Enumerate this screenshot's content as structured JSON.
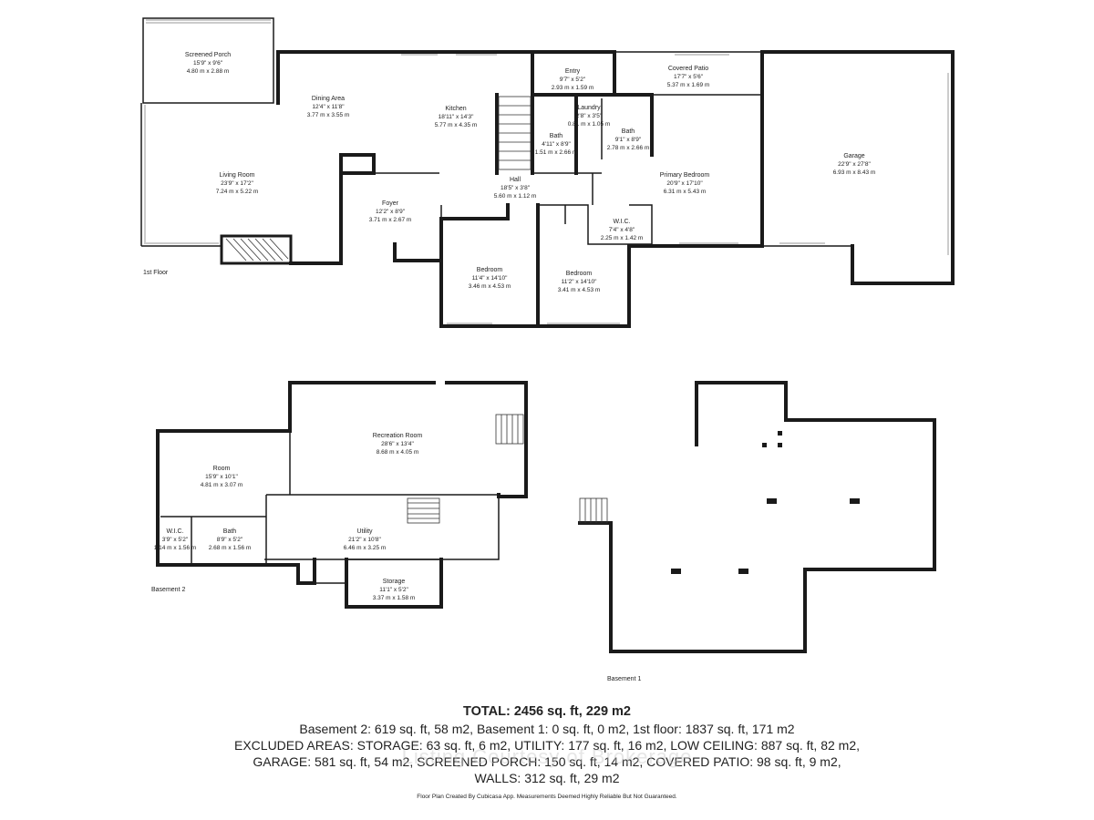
{
  "floors": {
    "first": {
      "label": "1st Floor",
      "rooms": [
        {
          "id": "screened-porch",
          "name": "Screened Porch",
          "imperial": "15'9\" x 9'6\"",
          "metric": "4.80 m x 2.88 m"
        },
        {
          "id": "dining-area",
          "name": "Dining Area",
          "imperial": "12'4\" x 11'8\"",
          "metric": "3.77 m x 3.55 m"
        },
        {
          "id": "kitchen",
          "name": "Kitchen",
          "imperial": "18'11\" x 14'3\"",
          "metric": "5.77 m x 4.35 m"
        },
        {
          "id": "entry",
          "name": "Entry",
          "imperial": "9'7\" x 5'2\"",
          "metric": "2.93 m x 1.59 m"
        },
        {
          "id": "covered-patio",
          "name": "Covered Patio",
          "imperial": "17'7\" x 5'6\"",
          "metric": "5.37 m x 1.69 m"
        },
        {
          "id": "laundry",
          "name": "Laundry",
          "imperial": "2'8\" x 3'5\"",
          "metric": "0.81 m x 1.05 m"
        },
        {
          "id": "bath-1",
          "name": "Bath",
          "imperial": "4'11\" x 8'9\"",
          "metric": "1.51 m x 2.66 m"
        },
        {
          "id": "bath-2",
          "name": "Bath",
          "imperial": "9'1\" x 8'9\"",
          "metric": "2.78 m x 2.66 m"
        },
        {
          "id": "garage",
          "name": "Garage",
          "imperial": "22'9\" x 27'8\"",
          "metric": "6.93 m x 8.43 m"
        },
        {
          "id": "living-room",
          "name": "Living Room",
          "imperial": "23'9\" x 17'2\"",
          "metric": "7.24 m x 5.22 m"
        },
        {
          "id": "primary-bedroom",
          "name": "Primary Bedroom",
          "imperial": "20'9\" x 17'10\"",
          "metric": "6.31 m x 5.43 m"
        },
        {
          "id": "hall",
          "name": "Hall",
          "imperial": "18'5\" x 3'8\"",
          "metric": "5.60 m x 1.12 m"
        },
        {
          "id": "foyer",
          "name": "Foyer",
          "imperial": "12'2\" x 8'9\"",
          "metric": "3.71 m x 2.67 m"
        },
        {
          "id": "wic-1",
          "name": "W.I.C.",
          "imperial": "7'4\" x 4'8\"",
          "metric": "2.25 m x 1.42 m"
        },
        {
          "id": "bedroom-1",
          "name": "Bedroom",
          "imperial": "11'4\" x 14'10\"",
          "metric": "3.46 m x 4.53 m"
        },
        {
          "id": "bedroom-2",
          "name": "Bedroom",
          "imperial": "11'2\" x 14'10\"",
          "metric": "3.41 m x 4.53 m"
        }
      ]
    },
    "basement2": {
      "label": "Basement 2",
      "rooms": [
        {
          "id": "recreation-room",
          "name": "Recreation Room",
          "imperial": "28'6\" x 13'4\"",
          "metric": "8.68 m x 4.05 m"
        },
        {
          "id": "room",
          "name": "Room",
          "imperial": "15'9\" x 10'1\"",
          "metric": "4.81 m x 3.07 m"
        },
        {
          "id": "utility",
          "name": "Utility",
          "imperial": "21'2\" x 10'8\"",
          "metric": "6.46 m x 3.25 m"
        },
        {
          "id": "wic-2",
          "name": "W.I.C.",
          "imperial": "3'9\" x 5'2\"",
          "metric": "1.14 m x 1.56 m"
        },
        {
          "id": "bath-3",
          "name": "Bath",
          "imperial": "8'9\" x 5'2\"",
          "metric": "2.68 m x 1.56 m"
        },
        {
          "id": "storage",
          "name": "Storage",
          "imperial": "11'1\" x 5'2\"",
          "metric": "3.37 m x 1.58 m"
        }
      ]
    },
    "basement1": {
      "label": "Basement 1"
    }
  },
  "totals": {
    "title": "TOTAL: 2456 sq. ft, 229 m2",
    "line1": "Basement 2: 619 sq. ft, 58 m2, Basement 1: 0 sq. ft, 0 m2, 1st floor: 1837 sq. ft, 171 m2",
    "line2": "EXCLUDED AREAS: STORAGE: 63 sq. ft, 6 m2, UTILITY: 177 sq. ft, 16 m2, LOW CEILING: 887 sq. ft, 82 m2,",
    "line3": "GARAGE: 581 sq. ft, 54 m2, SCREENED PORCH: 150 sq. ft, 14 m2, COVERED PATIO: 98 sq. ft, 9 m2,",
    "line4": "WALLS: 312 sq. ft, 29 m2"
  },
  "footnote": "Floor Plan Created By Cubicasa App. Measurements Deemed Highly Reliable But Not Guaranteed.",
  "watermark": "Listing Courtesy of Brokerage"
}
